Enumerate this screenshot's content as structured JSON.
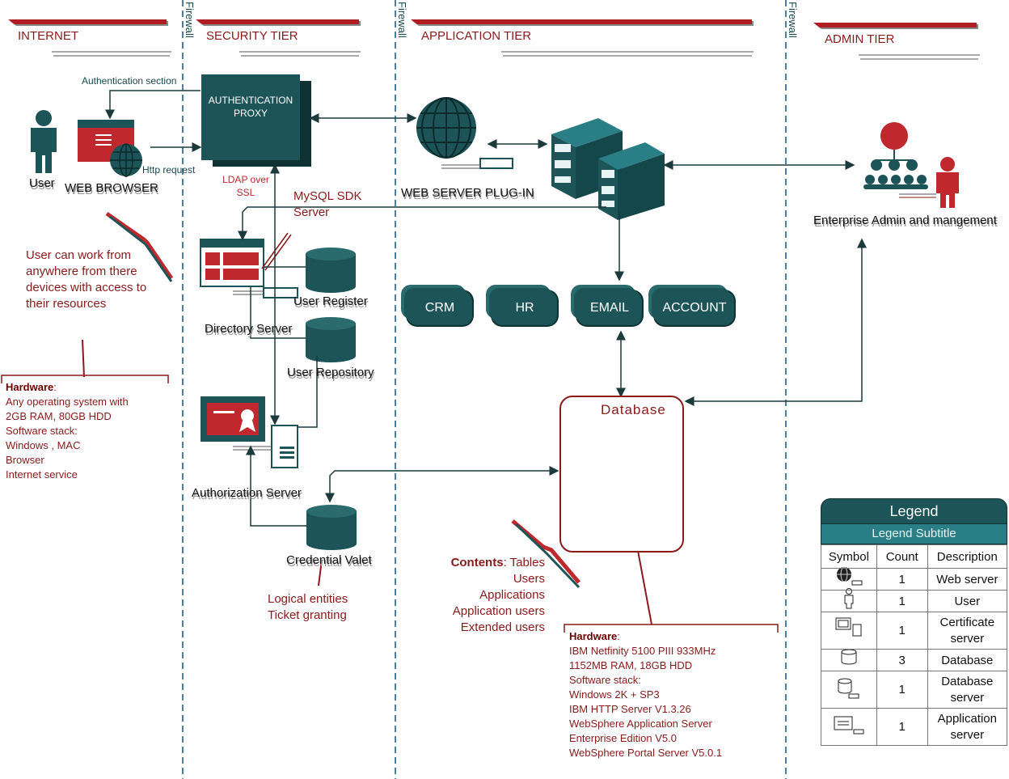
{
  "tiers": {
    "internet": "INTERNET",
    "security": "SECURITY TIER",
    "application": "APPLICATION TIER",
    "admin": "ADMIN TIER"
  },
  "firewall_label": "Firewall",
  "nodes": {
    "user": "User",
    "web_browser": "WEB BROWSER",
    "auth_proxy_line1": "AUTHENTICATION",
    "auth_proxy_line2": "PROXY",
    "web_server_plugin": "WEB SERVER PLUG-IN",
    "enterprise_admin": "Enterprise Admin and mangement",
    "directory_server": "Directory Server",
    "user_register": "User Register",
    "user_repository": "User Repository",
    "authorization_server": "Authorization Server",
    "credential_valet": "Credential Valet",
    "database": "Database"
  },
  "edge_labels": {
    "authentication_section": "Authentication section",
    "http_request": "Http request",
    "ldap_line1": "LDAP over",
    "ldap_line2": "SSL",
    "mysql_line1": "MySQL SDK",
    "mysql_line2": "Server"
  },
  "apps": [
    "CRM",
    "HR",
    "EMAIL",
    "ACCOUNT"
  ],
  "notes": {
    "user_note": "User can work from anywhere from there devices with access to their resources",
    "logical_line1": "Logical entities",
    "logical_line2": "Ticket granting",
    "contents_label": "Contents",
    "contents_lines": [
      ": Tables",
      "Users",
      "Applications",
      "Application users",
      "Extended users"
    ]
  },
  "hardware_client": {
    "title": "Hardware",
    "lines": [
      "Any operating system with",
      "2GB RAM, 80GB HDD",
      "Software stack:",
      "Windows , MAC",
      "Browser",
      "Internet service"
    ]
  },
  "hardware_server": {
    "title": "Hardware",
    "lines": [
      "IBM Netfinity 5100 PIII 933MHz",
      "1152MB RAM, 18GB HDD",
      "Software stack:",
      "Windows 2K + SP3",
      "IBM HTTP Server V1.3.26",
      "WebSphere Application Server",
      "Enterprise Edition V5.0",
      "WebSphere Portal Server V5.0.1"
    ]
  },
  "legend": {
    "title": "Legend",
    "subtitle": "Legend Subtitle",
    "headers": [
      "Symbol",
      "Count",
      "Description"
    ],
    "rows": [
      {
        "icon": "web-server-icon",
        "count": "1",
        "description": "Web server"
      },
      {
        "icon": "user-icon",
        "count": "1",
        "description": "User"
      },
      {
        "icon": "certificate-server-icon",
        "count": "1",
        "description": "Certificate server"
      },
      {
        "icon": "database-icon",
        "count": "3",
        "description": "Database"
      },
      {
        "icon": "database-server-icon",
        "count": "1",
        "description": "Database server"
      },
      {
        "icon": "application-server-icon",
        "count": "1",
        "description": "Application server"
      }
    ]
  },
  "colors": {
    "teal": "#1d5457",
    "teal_light": "#2a7f86",
    "maroon": "#8b1a1a",
    "firewall": "#4a7fa8",
    "red": "#c0282d"
  }
}
